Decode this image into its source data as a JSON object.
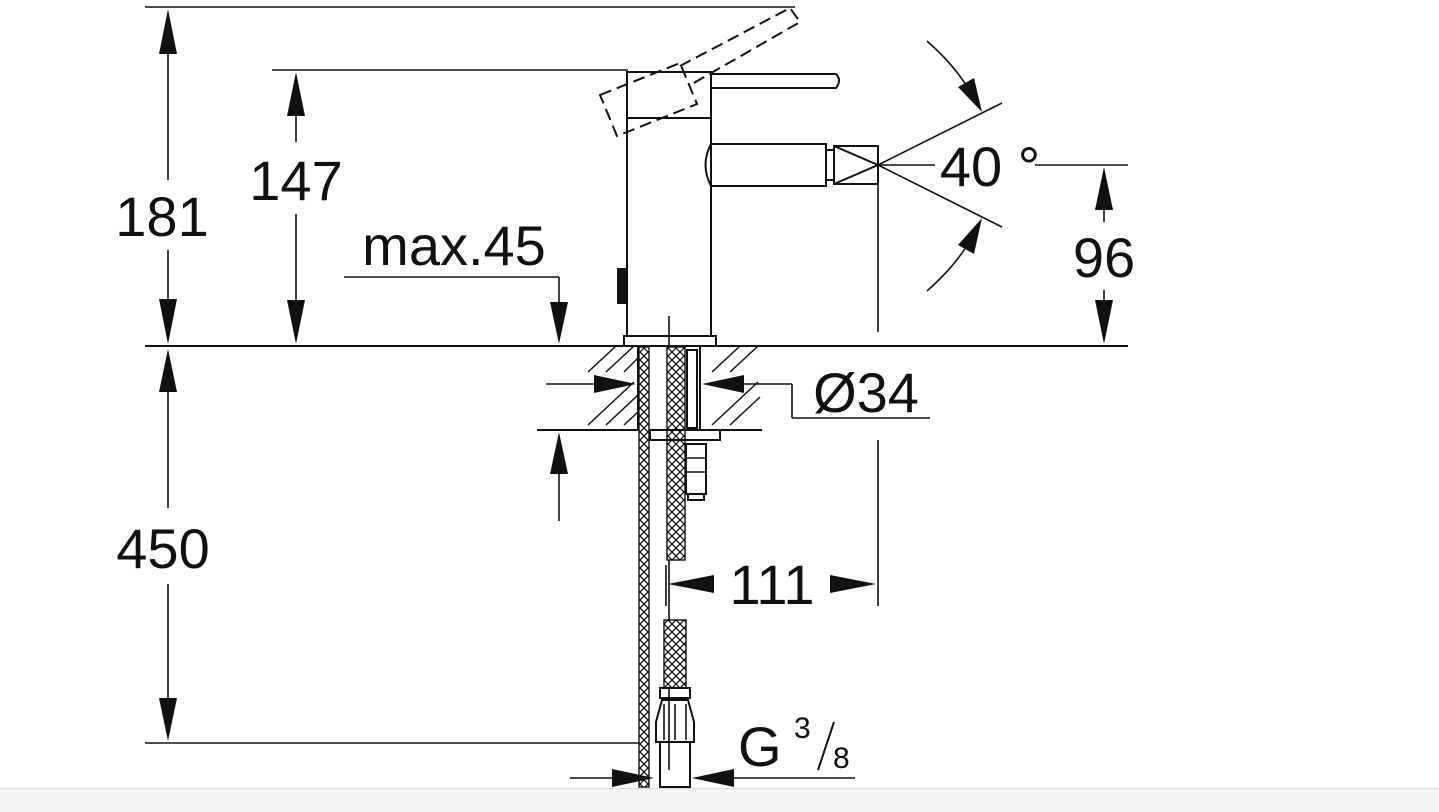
{
  "dimensions": {
    "overall_height": "181",
    "lever_height": "147",
    "max_deck_thickness": "max.45",
    "hole_diameter": "Ø34",
    "spout_swivel_angle": "40 °",
    "spout_height": "96",
    "hose_length": "450",
    "spout_reach": "111",
    "connection_thread_prefix": "G",
    "connection_thread_numerator": "3",
    "connection_thread_denominator": "8"
  },
  "colors": {
    "line": "#111111",
    "background": "#ffffff"
  }
}
